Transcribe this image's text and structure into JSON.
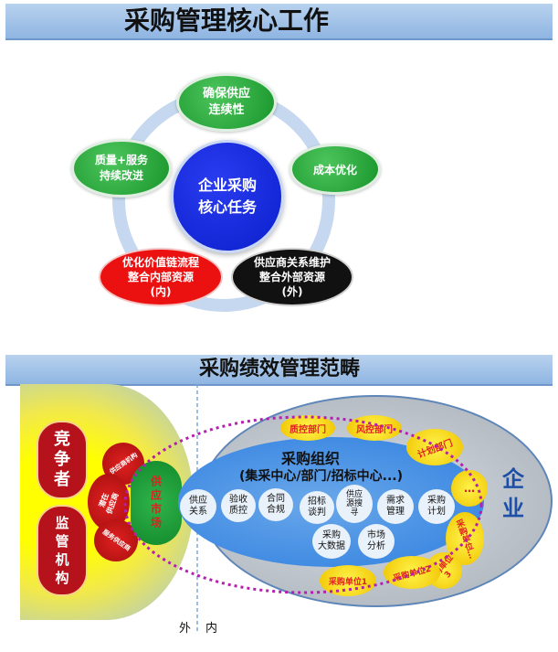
{
  "top": {
    "title": "采购管理核心工作",
    "center": [
      "企业采购",
      "核心任务"
    ],
    "supply_continuity": [
      "确保供应",
      "连续性"
    ],
    "cost": [
      "成本优化"
    ],
    "quality": [
      "质量+服务",
      "持续改进"
    ],
    "internal": [
      "优化价值链流程",
      "整合内部资源",
      "(内)"
    ],
    "external": [
      "供应商关系维护",
      "整合外部资源",
      "(外)"
    ]
  },
  "bottom": {
    "title": "采购绩效管理范畴",
    "competitor": [
      "竞",
      "争",
      "者"
    ],
    "regulator": [
      "监",
      "管",
      "机",
      "构"
    ],
    "upper_red": "供应商机构",
    "mid_red": [
      "潜在",
      "供应商"
    ],
    "lower_red": "服务供应商",
    "supply_market": "供应市场",
    "org_title": "采购组织",
    "org_subtitle": "(集采中心/部门/招标中心...)",
    "enterprise": [
      "企",
      "业"
    ],
    "dept_quality": "质控部门",
    "dept_risk": "风控部门",
    "dept_plan": "计划部门",
    "dept_more": "…",
    "unit_v": "采购单位…",
    "unit_2": "采购单位2",
    "unit_1": "采购单位1",
    "unit_3": "采购单位3",
    "items": [
      [
        "供应",
        "关系"
      ],
      [
        "验收",
        "质控"
      ],
      [
        "合同",
        "合规"
      ],
      [
        "招标",
        "谈判"
      ],
      [
        "供应",
        "源搜",
        "寻"
      ],
      [
        "需求",
        "管理"
      ],
      [
        "采购",
        "计划"
      ],
      [
        "采购",
        "大数据"
      ],
      [
        "市场",
        "分析"
      ]
    ],
    "outer": "外",
    "inner": "内"
  }
}
